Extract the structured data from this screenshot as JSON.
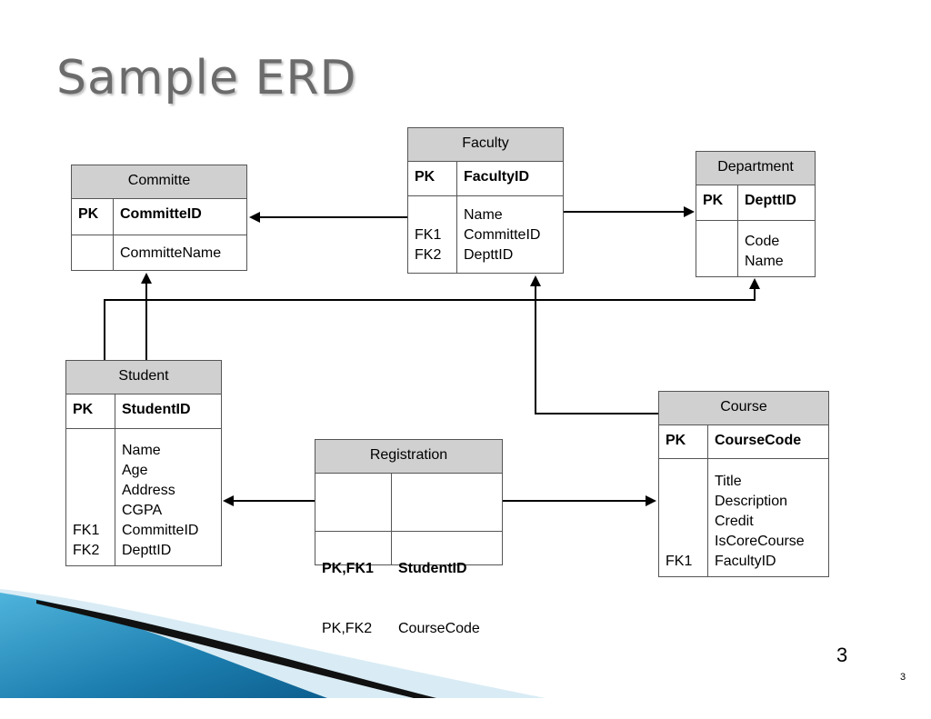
{
  "slide": {
    "title": "Sample ERD",
    "page_number": "3",
    "page_number_small": "3"
  },
  "entities": {
    "committe": {
      "name": "Committe",
      "pk_key": "PK",
      "pk_field": "CommitteID",
      "attr_keys": "",
      "attrs": "CommitteName"
    },
    "faculty": {
      "name": "Faculty",
      "pk_key": "PK",
      "pk_field": "FacultyID",
      "attr_keys": "\nFK1\nFK2",
      "attrs": "Name\nCommitteID\nDepttID"
    },
    "department": {
      "name": "Department",
      "pk_key": "PK",
      "pk_field": "DepttID",
      "attr_keys": "",
      "attrs": "Code\nName"
    },
    "student": {
      "name": "Student",
      "pk_key": "PK",
      "pk_field": "StudentID",
      "attr_keys": "FK1\nFK2",
      "attrs": "Name\nAge\nAddress\nCGPA\nCommitteID\nDepttID"
    },
    "registration": {
      "name": "Registration",
      "pk_key_1": "PK,FK1",
      "pk_key_2": "PK,FK2",
      "pk_field_1": "StudentID",
      "pk_field_2": "CourseCode"
    },
    "course": {
      "name": "Course",
      "pk_key": "PK",
      "pk_field": "CourseCode",
      "attr_keys": "FK1",
      "attrs": "Title\nDescription\nCredit\nIsCoreCourse\nFacultyID"
    }
  },
  "colors": {
    "header_fill": "#d0d0d0",
    "border": "#555555",
    "line": "#000000",
    "title_gray": "#6b6b6b",
    "accent_blue": "#2f8fc0"
  }
}
